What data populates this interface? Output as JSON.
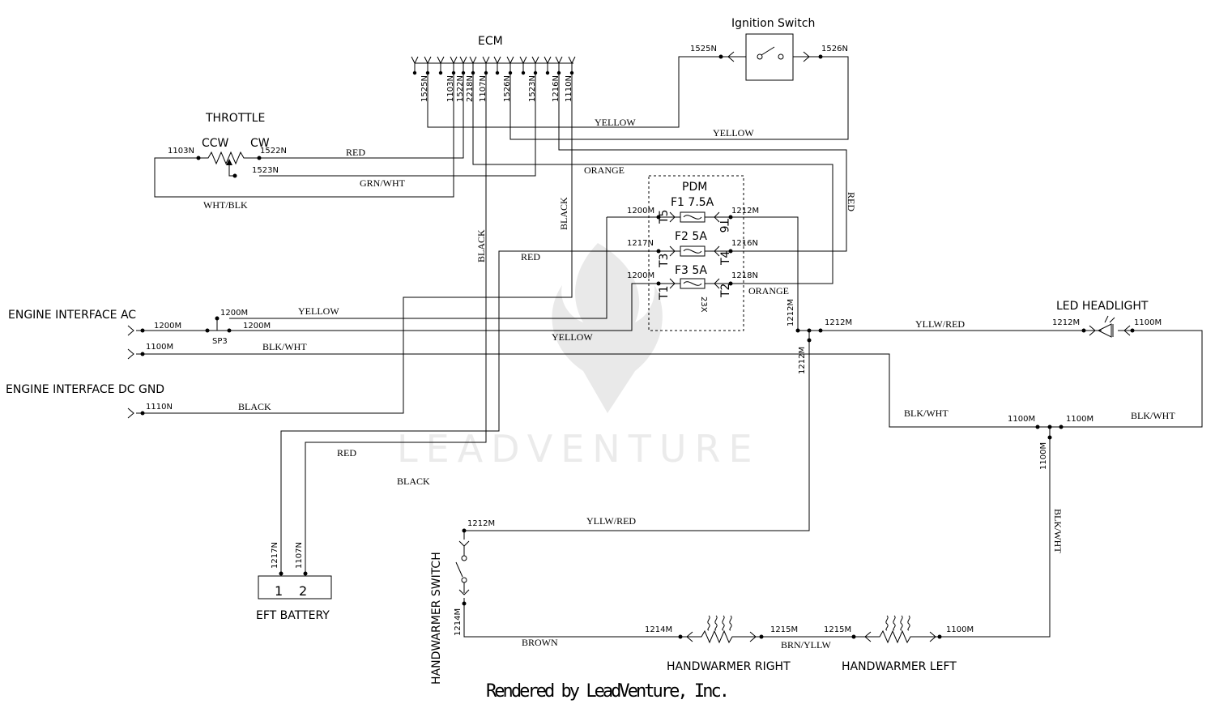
{
  "components": {
    "ecm": "ECM",
    "ignition_switch": "Ignition Switch",
    "throttle": "THROTTLE",
    "ccw": "CCW",
    "cw": "CW",
    "pdm": "PDM",
    "fuse_f1": "F1  7.5A",
    "fuse_f2": "F2  5A",
    "fuse_f3": "F3  5A",
    "pdm_t5": "T5",
    "pdm_t6": "T6",
    "pdm_t3": "T3",
    "pdm_t4": "T4",
    "pdm_t1": "T1",
    "pdm_t2": "T2",
    "pdm_23x": "23X",
    "engine_interface_ac": "ENGINE INTERFACE AC",
    "engine_interface_dc_gnd": "ENGINE INTERFACE DC GND",
    "led_headlight": "LED HEADLIGHT",
    "eft_battery": "EFT BATTERY",
    "battery_pin1": "1",
    "battery_pin2": "2",
    "handwarmer_switch": "HANDWARMER SWITCH",
    "handwarmer_right": "HANDWARMER RIGHT",
    "handwarmer_left": "HANDWARMER LEFT",
    "sp3": "SP3"
  },
  "ecm_pins": [
    "1525N",
    "1103N",
    "1522N",
    "2218N",
    "1107N",
    "1526N",
    "1523N",
    "1216N",
    "1110N"
  ],
  "pins": {
    "ign_1525n": "1525N",
    "ign_1526n": "1526N",
    "thr_1103n": "1103N",
    "thr_1522n": "1522N",
    "thr_1523n": "1523N",
    "pdm_1200m_a": "1200M",
    "pdm_1212m_a": "1212M",
    "pdm_1217n": "1217N",
    "pdm_1216n": "1216N",
    "pdm_1200m_b": "1200M",
    "pdm_1218n": "1218N",
    "eac_1200m_a": "1200M",
    "eac_1200m_b": "1200M",
    "eac_1200m_c": "1200M",
    "eac_1100m": "1100M",
    "edc_1110n": "1110N",
    "v_1212m_a": "1212M",
    "h_1212m": "1212M",
    "v_1212m_b": "1212M",
    "led_1212m": "1212M",
    "led_1100m": "1100M",
    "j_1100m_a": "1100M",
    "j_1100m_b": "1100M",
    "v_1100m": "1100M",
    "bat_1217n": "1217N",
    "bat_1107n": "1107N",
    "sw_1212m": "1212M",
    "sw_1214m": "1214M",
    "hw_1214m": "1214M",
    "hw_1215m_a": "1215M",
    "hw_1215m_b": "1215M",
    "hw_1100m": "1100M"
  },
  "wires": {
    "yellow_1": "YELLOW",
    "yellow_2": "YELLOW",
    "red_throttle": "RED",
    "orange_1": "ORANGE",
    "grn_wht": "GRN/WHT",
    "wht_blk": "WHT/BLK",
    "black_1": "BLACK",
    "black_2": "BLACK",
    "red_vert": "RED",
    "red_mid": "RED",
    "orange_2": "ORANGE",
    "yellow_3": "YELLOW",
    "yellow_4": "YELLOW",
    "blk_wht_1": "BLK/WHT",
    "black_3": "BLACK",
    "yllw_red_1": "YLLW/RED",
    "blk_wht_2": "BLK/WHT",
    "blk_wht_3": "BLK/WHT",
    "red_batt": "RED",
    "black_batt": "BLACK",
    "yllw_red_2": "YLLW/RED",
    "blk_wht_vert": "BLK/WHT",
    "brown": "BROWN",
    "brn_yllw": "BRN/YLLW"
  },
  "watermark": "LEADVENTURE",
  "footer": "Rendered by LeadVenture, Inc."
}
